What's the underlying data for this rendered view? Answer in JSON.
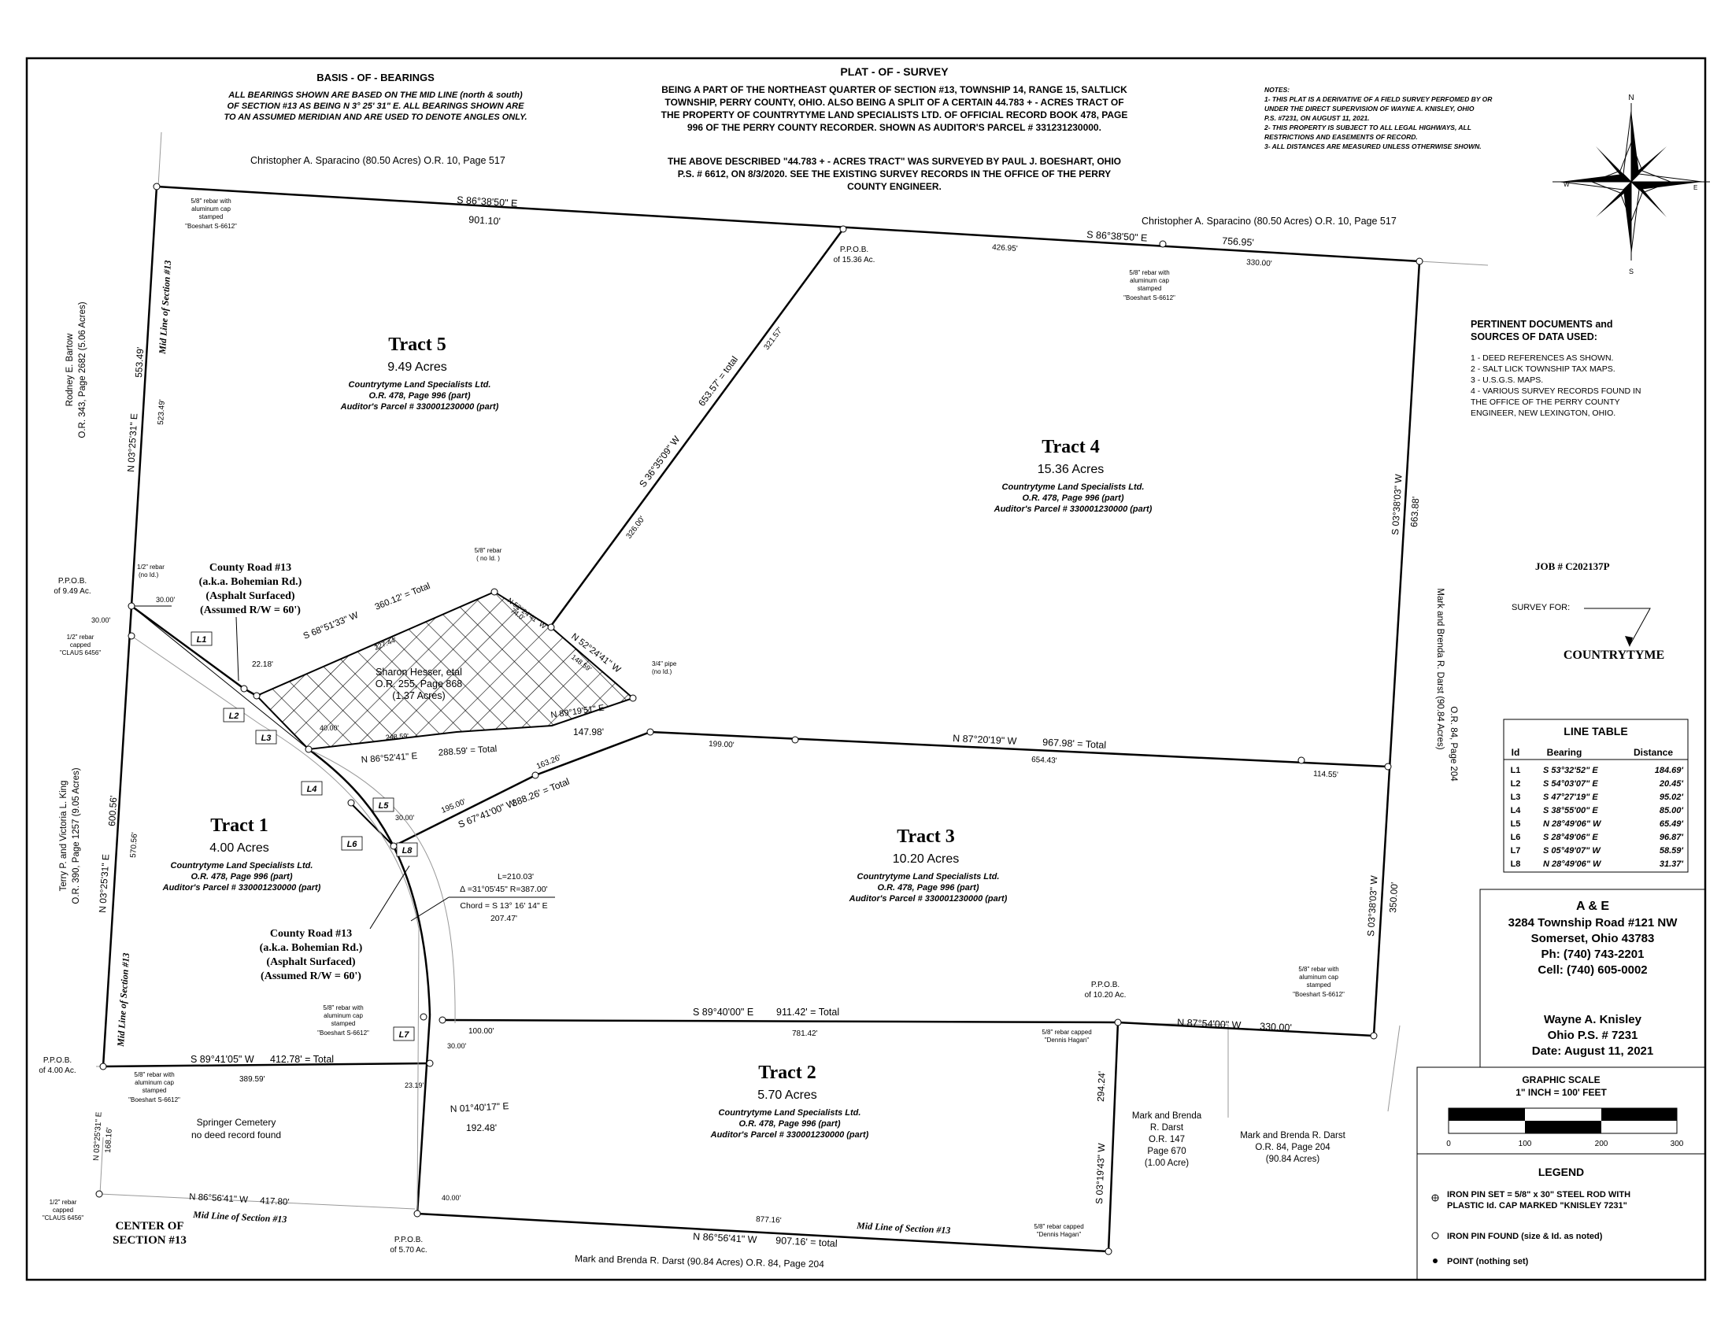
{
  "basis": {
    "title": "BASIS - OF - BEARINGS",
    "lines": [
      "ALL BEARINGS SHOWN ARE BASED ON THE MID LINE (north & south)",
      "OF SECTION #13 AS BEING N 3° 25' 31\" E. ALL BEARINGS SHOWN ARE",
      "TO AN ASSUMED MERIDIAN AND ARE USED TO DENOTE ANGLES ONLY."
    ]
  },
  "plat": {
    "title": "PLAT - OF - SURVEY",
    "lines": [
      "BEING A PART OF THE NORTHEAST QUARTER OF SECTION #13, TOWNSHIP 14, RANGE 15, SALTLICK",
      "TOWNSHIP, PERRY COUNTY, OHIO. ALSO BEING A SPLIT OF A CERTAIN 44.783 + - ACRES TRACT OF",
      "THE PROPERTY OF COUNTRYTYME LAND SPECIALISTS LTD. OF OFFICIAL RECORD BOOK 478, PAGE",
      "996 OF THE PERRY COUNTY RECORDER. SHOWN AS AUDITOR'S PARCEL # 331231230000.",
      "",
      "THE ABOVE DESCRIBED \"44.783 + - ACRES TRACT\" WAS SURVEYED BY PAUL J. BOESHART, OHIO",
      "P.S. # 6612, ON 8/3/2020. SEE THE EXISTING SURVEY RECORDS IN THE OFFICE OF THE PERRY",
      "COUNTY ENGINEER."
    ]
  },
  "notes": [
    "NOTES:",
    "1- THIS PLAT IS A DERIVATIVE OF A FIELD SURVEY PERFOMED BY OR",
    "    UNDER THE DIRECT SUPERVISION OF WAYNE A. KNISLEY, OHIO",
    "    P.S. #7231, ON AUGUST 11, 2021.",
    "2- THIS PROPERTY IS SUBJECT TO ALL LEGAL HIGHWAYS, ALL",
    "    RESTRICTIONS AND EASEMENTS OF RECORD.",
    "3- ALL DISTANCES ARE MEASURED UNLESS OTHERWISE SHOWN."
  ],
  "compass": {
    "n": "N",
    "s": "S",
    "e": "E",
    "w": "W"
  },
  "documents": {
    "title": [
      "PERTINENT DOCUMENTS and",
      "SOURCES OF DATA USED:"
    ],
    "items": [
      "1 - DEED REFERENCES AS SHOWN.",
      "2 - SALT LICK TOWNSHIP TAX MAPS.",
      "3 - U.S.G.S. MAPS.",
      "4 - VARIOUS SURVEY RECORDS FOUND IN",
      "      THE OFFICE OF THE PERRY COUNTY",
      "      ENGINEER, NEW LEXINGTON, OHIO."
    ]
  },
  "job": "JOB # C202137P",
  "survey_for": {
    "label": "SURVEY FOR:",
    "client": "COUNTRYTYME"
  },
  "line_table": {
    "title": "LINE TABLE",
    "headers": [
      "Id",
      "Bearing",
      "Distance"
    ],
    "rows": [
      [
        "L1",
        "S 53°32'52\" E",
        "184.69'"
      ],
      [
        "L2",
        "S 54°03'07\" E",
        "20.45'"
      ],
      [
        "L3",
        "S 47°27'19\" E",
        "95.02'"
      ],
      [
        "L4",
        "S 38°55'00\" E",
        "85.00'"
      ],
      [
        "L5",
        "N 28°49'06\" W",
        "65.49'"
      ],
      [
        "L6",
        "S 28°49'06\" E",
        "96.87'"
      ],
      [
        "L7",
        "S 05°49'07\" W",
        "58.59'"
      ],
      [
        "L8",
        "N 28°49'06\" W",
        "31.37'"
      ]
    ]
  },
  "firm": {
    "lines": [
      "A & E",
      "3284 Township Road #121 NW",
      "Somerset, Ohio 43783",
      "Ph: (740) 743-2201",
      "Cell: (740) 605-0002"
    ],
    "surveyor": [
      "Wayne A. Knisley",
      "Ohio P.S. # 7231",
      "Date: August 11, 2021"
    ]
  },
  "scale": {
    "title": "GRAPHIC SCALE",
    "subtitle": "1\" INCH = 100' FEET",
    "ticks": [
      "0",
      "100",
      "200",
      "300"
    ]
  },
  "legend": {
    "title": "LEGEND",
    "items": [
      {
        "symbol": "iron-pin-set",
        "lines": [
          "IRON PIN SET = 5/8\" x 30\" STEEL ROD WITH",
          "PLASTIC Id. CAP MARKED \"KNISLEY 7231\""
        ]
      },
      {
        "symbol": "iron-pin-found",
        "lines": [
          "IRON PIN FOUND (size & Id. as noted)"
        ]
      },
      {
        "symbol": "point",
        "lines": [
          "POINT (nothing set)"
        ]
      }
    ]
  },
  "tracts": [
    {
      "id": "t5",
      "name": "Tract 5",
      "acres": "9.49 Acres",
      "desc": [
        "Countrytyme Land Specialists Ltd.",
        "O.R. 478, Page 996 (part)",
        "Auditor's Parcel # 330001230000 (part)"
      ]
    },
    {
      "id": "t4",
      "name": "Tract 4",
      "acres": "15.36 Acres",
      "desc": [
        "Countrytyme Land Specialists Ltd.",
        "O.R. 478, Page 996 (part)",
        "Auditor's Parcel # 330001230000 (part)"
      ]
    },
    {
      "id": "t1",
      "name": "Tract 1",
      "acres": "4.00 Acres",
      "desc": [
        "Countrytyme Land Specialists Ltd.",
        "O.R. 478, Page 996 (part)",
        "Auditor's Parcel # 330001230000 (part)"
      ]
    },
    {
      "id": "t3",
      "name": "Tract 3",
      "acres": "10.20 Acres",
      "desc": [
        "Countrytyme Land Specialists Ltd.",
        "O.R. 478, Page 996 (part)",
        "Auditor's Parcel # 330001230000 (part)"
      ]
    },
    {
      "id": "t2",
      "name": "Tract 2",
      "acres": "5.70 Acres",
      "desc": [
        "Countrytyme Land Specialists Ltd.",
        "O.R. 478, Page 996 (part)",
        "Auditor's Parcel # 330001230000 (part)"
      ]
    }
  ],
  "hesser": [
    "Sharon Hesser, etal",
    "O.R. 255, Page 868",
    "(1.37 Acres)"
  ],
  "road": [
    "County Road #13",
    "(a.k.a. Bohemian Rd.)",
    "(Asphalt Surfaced)",
    "(Assumed R/W = 60')"
  ],
  "curve": [
    "L=210.03'",
    "∆ =31°05'45\" R=387.00'",
    "Chord = S 13° 16' 14\" E",
    "207.47'"
  ],
  "owners": {
    "sparacino_left": "Christopher A. Sparacino   (80.50 Acres)     O.R. 10, Page 517",
    "sparacino_right": "Christopher A. Sparacino   (80.50 Acres)     O.R. 10, Page 517",
    "bartow": [
      "Rodney E. Bartow",
      "O.R. 343, Page 2682 (5.06 Acres)"
    ],
    "king": [
      "Terry P. and Victoria L. King",
      "O.R. 390, Page 1257 (9.05 Acres)"
    ],
    "darst_right": [
      "Mark and Brenda R. Darst   (90.84 Acres)",
      "O.R. 84, Page 204"
    ],
    "darst_small": [
      "Mark and Brenda",
      "R. Darst",
      "O.R. 147",
      "Page 670",
      "(1.00 Acre)"
    ],
    "darst_mid": [
      "Mark and Brenda R. Darst",
      "O.R. 84, Page 204",
      "(90.84 Acres)"
    ],
    "darst_bottom": "Mark and Brenda R. Darst     (90.84 Acres)     O.R. 84, Page 204",
    "cemetery": [
      "Springer Cemetery",
      "no deed record found"
    ],
    "center": [
      "CENTER OF",
      "SECTION #13"
    ]
  },
  "labels": {
    "brg_top_left": "S 86°38'50\" E",
    "dist_top_left": "901.10'",
    "brg_top_right": "S 86°38'50\" E",
    "dist_top_right": "756.95'",
    "seg_426": "426.95'",
    "seg_330_top": "330.00'",
    "ppob_1536": [
      "P.P.O.B.",
      "of 15.36 Ac."
    ],
    "brg_diag": "S 36°35'09\" W",
    "diag_total": "653.57' = total",
    "diag_upper": "321.57'",
    "diag_lower": "326.00'",
    "brg_right_upper": "S 03°38'03\" W",
    "dist_right_upper": "663.88'",
    "brg_right_lower": "S 03°38'03\" W",
    "dist_right_lower": "350.00'",
    "brg_left_upper": "N 03°25'31\" E",
    "dist_left_upper": "553.49'",
    "seg_523": "523.49'",
    "brg_left_lower": "N 03°25'31\" E",
    "dist_left_lower": "600.56'",
    "seg_570": "570.56'",
    "brg_left_bottom": "N 03°25'31\" E",
    "seg_168": "168.16'",
    "midline_upper": "Mid Line of Section #13",
    "midline_lower": "Mid Line of Section #13",
    "midline_bottom_left": "Mid Line of Section #13",
    "midline_bottom_right": "Mid Line of Section #13",
    "brg_hesser_top": "S 68°51'33\" W",
    "hesser_top_total": "360.12' = Total",
    "hesser_227": "227.44'",
    "brg_n52a": "N 52°24'41\" W",
    "seg_74": "74.0'",
    "brg_n52b": "N 52°24'41\" W",
    "seg_148": "148.59'",
    "brg_n89": "N 89°19'51\" E",
    "seg_14798": "147.98'",
    "brg_hesser_bottom": "N 86°52'41\" E",
    "hesser_bottom_total": "288.59' = Total",
    "seg_24859": "248.59'",
    "seg_4000_h": "40.00'",
    "seg_2218": "22.18'",
    "seg_3000_a": "30.00'",
    "seg_3000_b": "30.00'",
    "ppob_949": [
      "P.P.O.B.",
      "of 9.49 Ac."
    ],
    "rebar_half": [
      "1/2\" rebar",
      "(no Id.)"
    ],
    "rebar_capped_claus": [
      "1/2\" rebar",
      "capped",
      "\"CLAUS 6456\""
    ],
    "rebar_58_noid": [
      "5/8\" rebar",
      "( no Id. )"
    ],
    "pipe": [
      "3/4\" pipe",
      "(no Id.)"
    ],
    "brg_n87": "N 87°20'19\" W",
    "total_96798": "967.98' = Total",
    "seg_199": "199.00'",
    "seg_65443": "654.43'",
    "seg_11455": "114.55'",
    "brg_s67": "S 67°41'00\" W",
    "total_38826": "388.26' = Total",
    "seg_195": "195.00'",
    "seg_16326": "163.26'",
    "seg_30_l5": "30.00'",
    "brg_s89": "S 89°40'00\" E",
    "total_91142": "911.42' = Total",
    "seg_100": "100.00'",
    "seg_78142": "781.42'",
    "seg_3000_l7": "30.00'",
    "brg_n87_54": "N 87°54'00\" W",
    "dist_330": "330.00'",
    "ppob_1020": [
      "P.P.O.B.",
      "of 10.20 Ac."
    ],
    "brg_s89_41": "S 89°41'05\" W",
    "total_41278": "412.78' = Total",
    "seg_38959": "389.59'",
    "seg_2319": "23.19'",
    "ppob_400": [
      "P.P.O.B.",
      "of 4.00 Ac."
    ],
    "brg_n01": "N 01°40'17\" E",
    "dist_19248": "192.48'",
    "brg_s03_19": "S 03°19'43\" W",
    "dist_29424": "294.24'",
    "brg_bottom_right": "N 86°56'41\" W",
    "bottom_total": "907.16' = total",
    "seg_87716": "877.16'",
    "brg_bottom_left": "N 86°56'41\" W",
    "bottom_left_dist": "417.80'",
    "seg_4000_bottom": "40.00'",
    "ppob_570": [
      "P.P.O.B.",
      "of 5.70 Ac."
    ],
    "cap_boeshart": [
      "5/8\" rebar with",
      "aluminum cap",
      "stamped",
      "\"Boeshart S-6612\""
    ],
    "cap_hagan": [
      "5/8\" rebar capped",
      "\"Dennis Hagan\""
    ],
    "l1": "L1",
    "l2": "L2",
    "l3": "L3",
    "l4": "L4",
    "l5": "L5",
    "l6": "L6",
    "l7": "L7",
    "l8": "L8"
  }
}
